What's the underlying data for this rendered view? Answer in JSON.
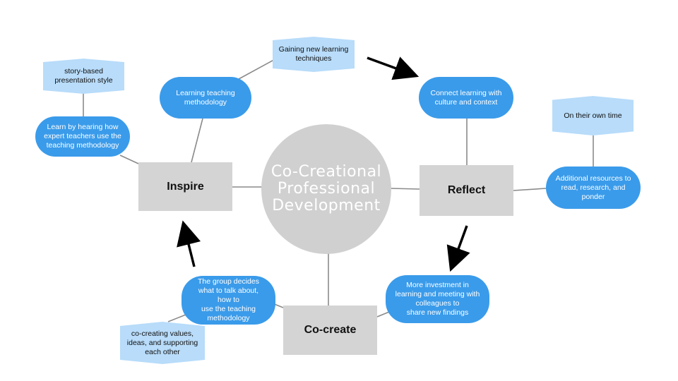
{
  "center": {
    "title": "Co-Creational\nProfessional\nDevelopment"
  },
  "stages": {
    "inspire": "Inspire",
    "reflect": "Reflect",
    "cocreate": "Co-create"
  },
  "pills": {
    "learning_methodology": "Learning teaching\nmethodology",
    "learn_by_hearing": "Learn by hearing how\nexpert teachers use the\nteaching methodology",
    "connect_learning": "Connect learning with\nculture and context",
    "additional_resources": "Additional resources to\nread, research, and\nponder",
    "more_investment": "More investment in\nlearning and meeting with\ncolleagues to\nshare new findings",
    "group_decides": "The group decides\nwhat to talk about,\nhow to\nuse the teaching\nmethodology"
  },
  "tags": {
    "gaining_techniques": "Gaining new learning\ntechniques",
    "story_based": "story-based\npresentation style",
    "own_time": "On their own time",
    "co_creating_values": "co-creating values,\nideas, and supporting\neach other"
  },
  "colors": {
    "pill": "#3a9bea",
    "tag": "#b8dcfa",
    "stage": "#d4d4d4",
    "center": "#d0d0d0",
    "connector": "#8a8a8a",
    "arrow": "#000000"
  }
}
